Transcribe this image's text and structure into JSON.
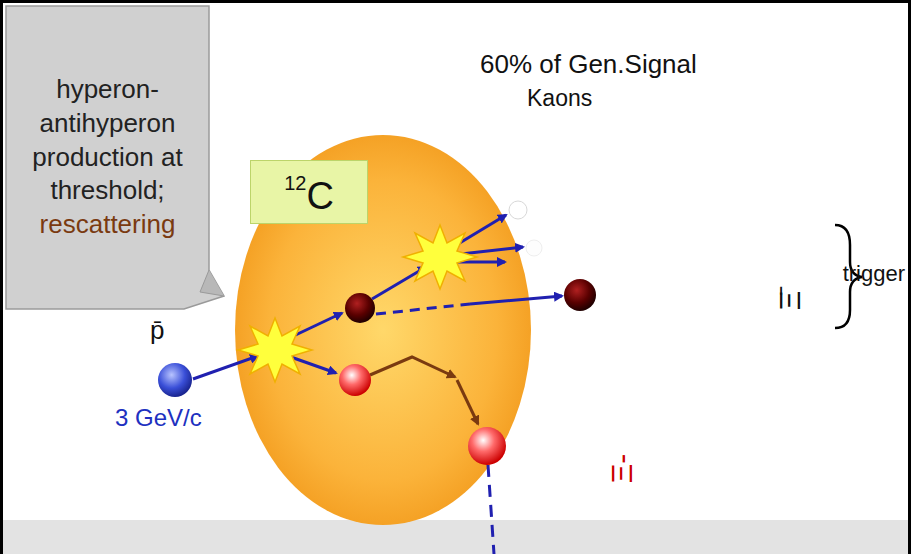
{
  "diagram": {
    "nodes": [
      {
        "text": [
          "hyperon- antihyperon production at threshold;",
          "rescattering"
        ]
      },
      {
        "text": [
          "12",
          "C"
        ]
      }
    ],
    "labels": [
      "60% of Gen.Signal",
      "Kaons",
      "Ξ̄",
      "trigger",
      "p̄",
      "3 GeV/c",
      "Ξ-"
    ]
  }
}
